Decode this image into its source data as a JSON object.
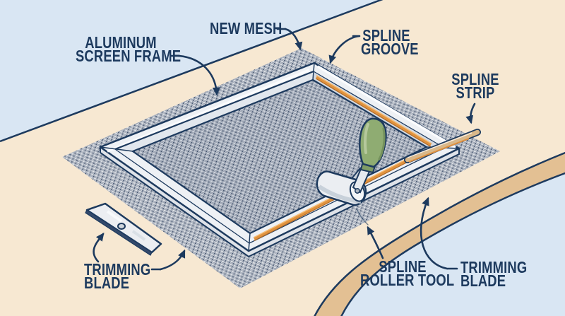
{
  "diagram_type": "window-screen-replacement-illustration",
  "palette": {
    "background_blue": "#d9e6f3",
    "table_tan": "#f7e8d2",
    "table_edge_tan": "#e3c093",
    "outline_navy": "#1d3a5e",
    "label_navy": "#1d3a5e",
    "frame_gray": "#eef1f5",
    "frame_shade_gray": "#d5dbe3",
    "mesh_gray": "#ccd2d9",
    "spline_orange": "#e0923e",
    "spline_strip_tan": "#d9b88a",
    "handle_green": "#8fac72",
    "metal_light": "#ebeef2"
  },
  "labels": {
    "aluminum_frame": {
      "line1": "ALUMINUM",
      "line2": "SCREEN FRAME"
    },
    "new_mesh": {
      "line1": "NEW MESH"
    },
    "spline_groove": {
      "line1": "SPLINE",
      "line2": "GROOVE"
    },
    "spline_strip": {
      "line1": "SPLINE",
      "line2": "STRIP"
    },
    "trimming_blade_left": {
      "line1": "TRIMMING",
      "line2": "BLADE"
    },
    "spline_roller_tool": {
      "line1": "SPLINE",
      "line2": "ROLLER TOOL"
    },
    "trimming_blade_right": {
      "line1": "TRIMMING",
      "line2": "BLADE"
    }
  }
}
